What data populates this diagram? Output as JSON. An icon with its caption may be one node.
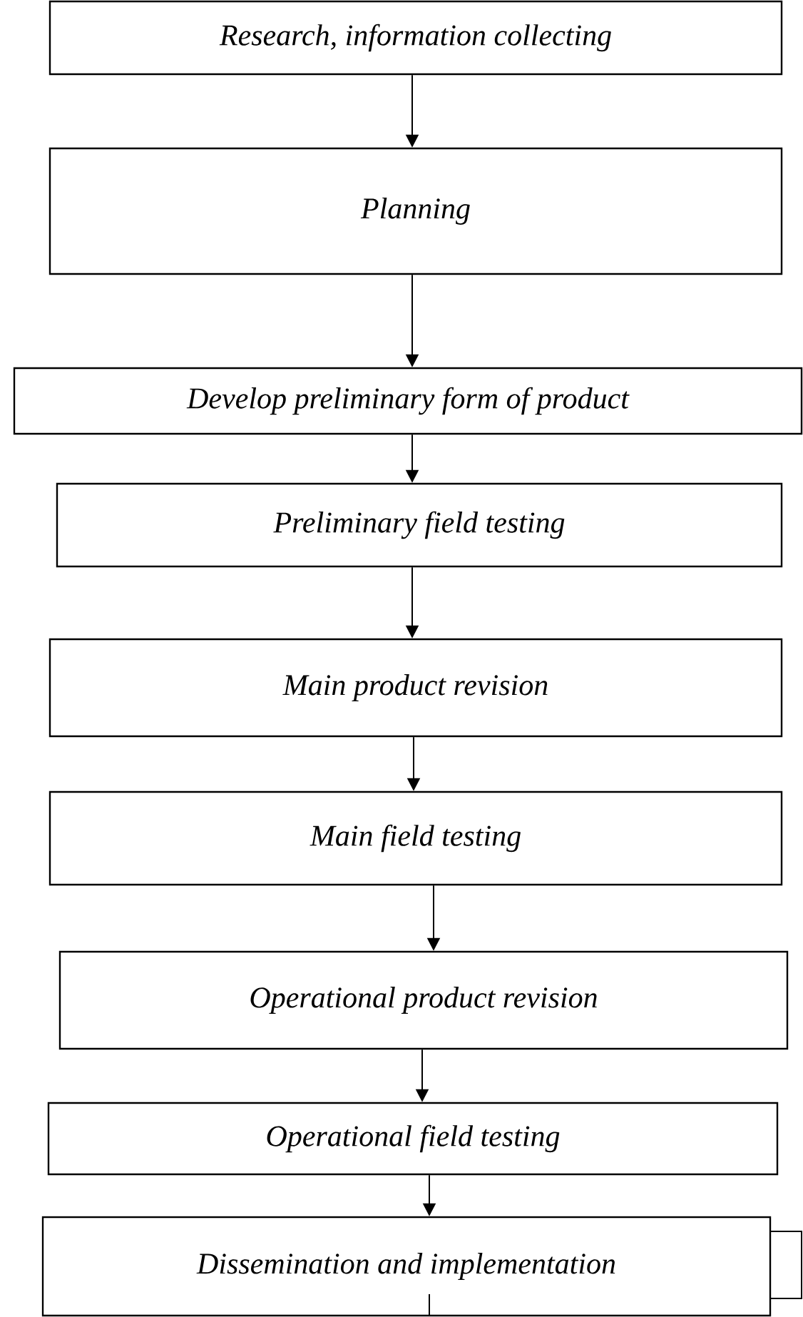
{
  "diagram": {
    "nodes": [
      {
        "text": [
          "Research, information collecting"
        ]
      },
      {
        "text": [
          "Planning"
        ]
      },
      {
        "text": [
          "Develop preliminary form of product"
        ]
      },
      {
        "text": [
          "Preliminary field testing"
        ]
      },
      {
        "text": [
          "Main product revision"
        ]
      },
      {
        "text": [
          "Main field testing"
        ]
      },
      {
        "text": [
          "Operational product revision"
        ]
      },
      {
        "text": [
          "Operational field testing"
        ]
      },
      {
        "text": [
          "Dissemination and implementation"
        ]
      }
    ],
    "edges": [
      {
        "from": 0,
        "to": 1,
        "arrow": "to"
      },
      {
        "from": 1,
        "to": 2,
        "arrow": "to"
      },
      {
        "from": 2,
        "to": 3,
        "arrow": "to"
      },
      {
        "from": 3,
        "to": 4,
        "arrow": "to"
      },
      {
        "from": 4,
        "to": 5,
        "arrow": "to"
      },
      {
        "from": 5,
        "to": 6,
        "arrow": "to"
      },
      {
        "from": 6,
        "to": 7,
        "arrow": "to"
      },
      {
        "from": 7,
        "to": 8,
        "arrow": "to"
      }
    ]
  }
}
